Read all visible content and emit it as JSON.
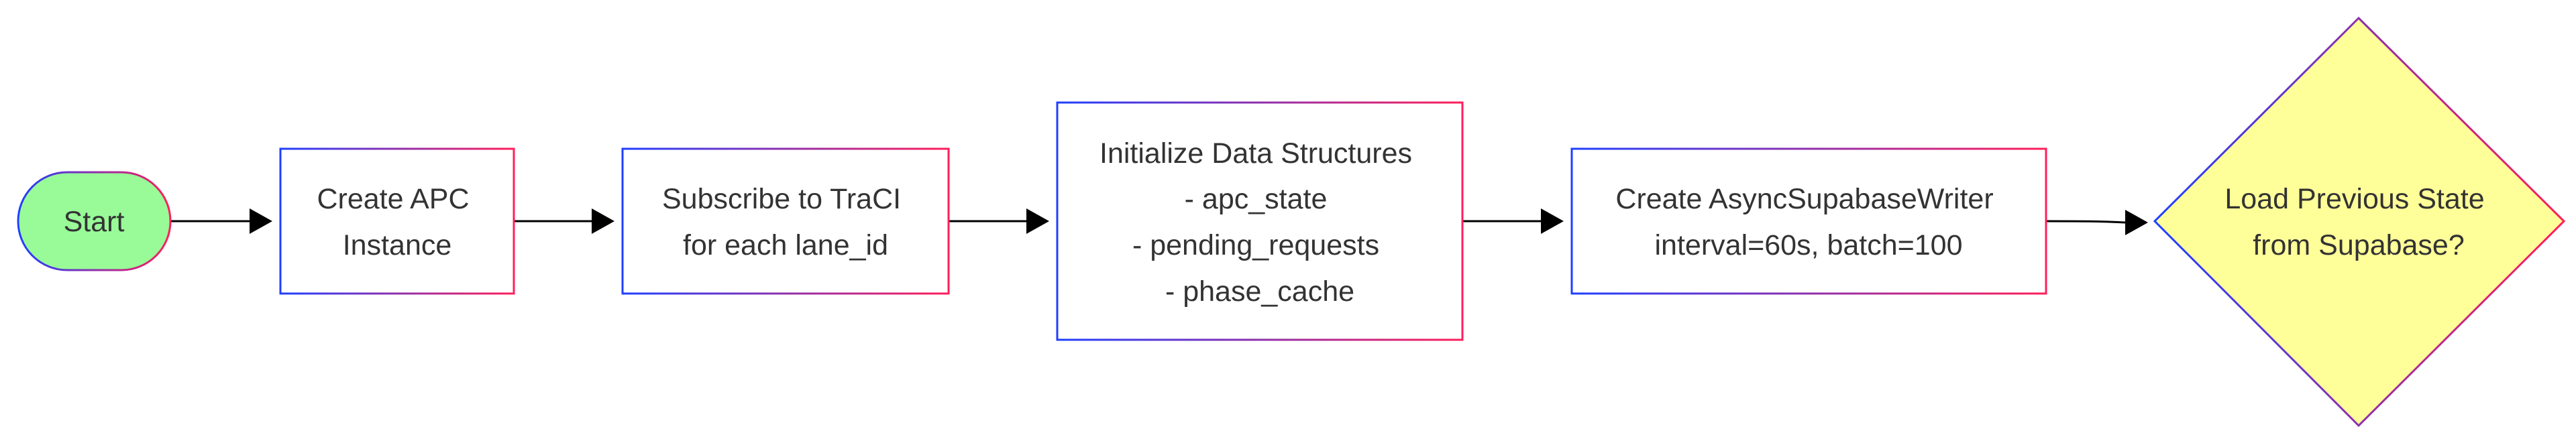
{
  "flowchart": {
    "nodes": [
      {
        "id": "start",
        "shape": "stadium",
        "lines": [
          "Start"
        ],
        "fill": "#98fb98"
      },
      {
        "id": "create-apc",
        "shape": "rect",
        "lines": [
          "Create APC",
          "Instance"
        ],
        "fill": "#ffffff"
      },
      {
        "id": "subscribe-traci",
        "shape": "rect",
        "lines": [
          "Subscribe to TraCI",
          "for each lane_id"
        ],
        "fill": "#ffffff"
      },
      {
        "id": "init-structures",
        "shape": "rect",
        "lines": [
          "Initialize Data Structures",
          "- apc_state",
          "- pending_requests",
          "- phase_cache"
        ],
        "fill": "#ffffff"
      },
      {
        "id": "create-writer",
        "shape": "rect",
        "lines": [
          "Create AsyncSupabaseWriter",
          "interval=60s, batch=100"
        ],
        "fill": "#ffffff"
      },
      {
        "id": "load-state",
        "shape": "diamond",
        "lines": [
          "Load Previous State",
          "from Supabase?"
        ],
        "fill": "#ffff99"
      }
    ],
    "edges": [
      {
        "from": "start",
        "to": "create-apc"
      },
      {
        "from": "create-apc",
        "to": "subscribe-traci"
      },
      {
        "from": "subscribe-traci",
        "to": "init-structures"
      },
      {
        "from": "init-structures",
        "to": "create-writer"
      },
      {
        "from": "create-writer",
        "to": "load-state"
      }
    ],
    "colors": {
      "border_gradient_start": "#1f3fff",
      "border_gradient_end": "#ff1f5a",
      "arrow": "#000000",
      "text": "#333333"
    }
  }
}
